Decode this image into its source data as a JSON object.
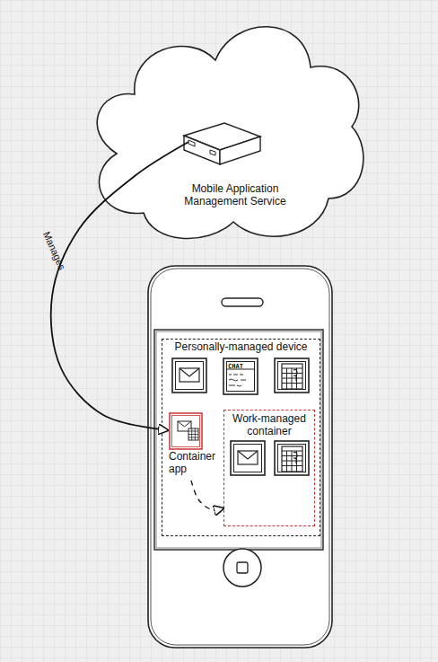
{
  "diagram": {
    "nodes": [
      {
        "text": [
          "Mobile Application Management Service"
        ]
      },
      {
        "text": [
          "Personally-managed device"
        ]
      },
      {
        "text": [
          "Container app"
        ],
        "in": 1
      },
      {
        "text": [
          "Work-managed container"
        ],
        "in": 1
      }
    ],
    "edges": [
      {
        "from": 0,
        "to": 2,
        "label": "Manages",
        "arrow": "to"
      },
      {
        "from": 2,
        "to": 3,
        "arrow": "to"
      }
    ],
    "labels": [
      "CHAT"
    ]
  }
}
